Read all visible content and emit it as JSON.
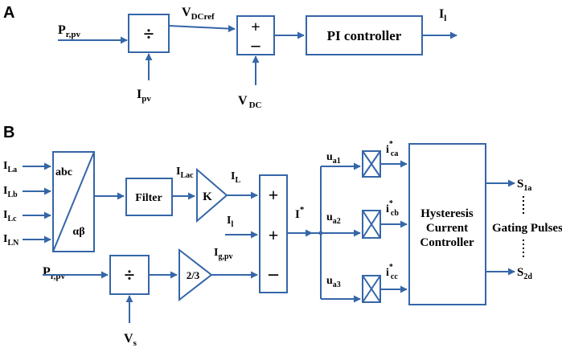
{
  "panel_a": {
    "label": "A",
    "input_prpv": {
      "main": "P",
      "sub": "r,pv"
    },
    "divide_symbol": "÷",
    "input_ipv": {
      "main": "I",
      "sub": "pv"
    },
    "vdcref": {
      "main": "V",
      "sub": "DCref"
    },
    "sum_plus": "+",
    "sum_minus": "–",
    "vdc": {
      "main": "V",
      "sub": "DC"
    },
    "pi_label": "PI controller",
    "output_il": {
      "main": "I",
      "sub": "l"
    }
  },
  "panel_b": {
    "label": "B",
    "abc_inputs": [
      {
        "main": "I",
        "sub": "La"
      },
      {
        "main": "I",
        "sub": "Lb"
      },
      {
        "main": "I",
        "sub": "Lc"
      },
      {
        "main": "I",
        "sub": "LN"
      }
    ],
    "abc_top": "abc",
    "abc_bottom": "αβ",
    "filter_label": "Filter",
    "ilac": {
      "main": "I",
      "sub": "Lac"
    },
    "gain_label": "K",
    "il_out": {
      "main": "I",
      "sub": "L"
    },
    "il_in": {
      "main": "I",
      "sub": "l"
    },
    "sum_signs": [
      "+",
      "+",
      "–"
    ],
    "istar": {
      "main": "I",
      "sup": "*"
    },
    "prpv": {
      "main": "P",
      "sub": "r,pv"
    },
    "divide_symbol": "÷",
    "vs": {
      "main": "V",
      "sub": "s"
    },
    "two_thirds": "2/3",
    "igpv": {
      "main": "I",
      "sub": "g,pv"
    },
    "u_labels": [
      {
        "main": "u",
        "sub": "a1"
      },
      {
        "main": "u",
        "sub": "a2"
      },
      {
        "main": "u",
        "sub": "a3"
      }
    ],
    "ic_labels": [
      {
        "main": "i",
        "sup": "*",
        "sub": "ca"
      },
      {
        "main": "i",
        "sup": "*",
        "sub": "cb"
      },
      {
        "main": "i",
        "sup": "*",
        "sub": "cc"
      }
    ],
    "hcc_lines": [
      "Hysteresis",
      "Current",
      "Controller"
    ],
    "s1a": {
      "main": "S",
      "sub": "1a"
    },
    "s2d": {
      "main": "S",
      "sub": "2d"
    },
    "gating": "Gating Pulses"
  }
}
